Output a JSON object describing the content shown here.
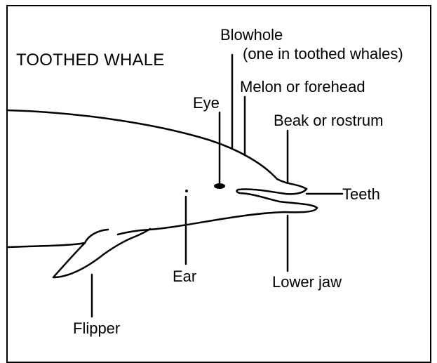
{
  "diagram": {
    "title": "TOOTHED WHALE",
    "labels": {
      "blowhole": "Blowhole",
      "blowhole_note": "(one in toothed whales)",
      "melon": "Melon or forehead",
      "eye": "Eye",
      "beak": "Beak or rostrum",
      "teeth": "Teeth",
      "ear": "Ear",
      "lower_jaw": "Lower jaw",
      "flipper": "Flipper"
    },
    "colors": {
      "ink": "#000000",
      "paper": "#ffffff"
    }
  }
}
